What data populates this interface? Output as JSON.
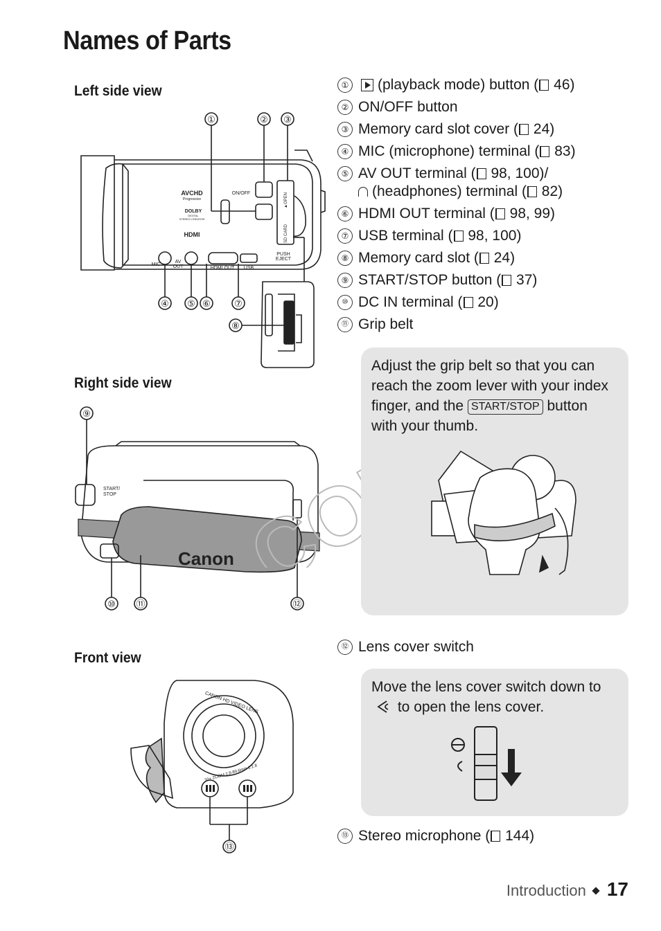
{
  "title": "Names of Parts",
  "sections": {
    "left_side": "Left side view",
    "right_side": "Right side view",
    "front": "Front view"
  },
  "callouts": {
    "c1": "①",
    "c2": "②",
    "c3": "③",
    "c4": "④",
    "c5": "⑤",
    "c6": "⑥",
    "c7": "⑦",
    "c8": "⑧",
    "c9": "⑨",
    "c10": "⑩",
    "c11": "⑪",
    "c12": "⑫",
    "c13": "⑬"
  },
  "camera_labels": {
    "avchd": "AVCHD",
    "progressive": "Progressive",
    "dolby": "DOLBY",
    "digital": "DIGITAL",
    "stereo_creator": "STEREO CREATOR",
    "hdmi_logo": "HDMI",
    "on_off": "ON/OFF",
    "sd_card": "SD CARD",
    "open": "▲OPEN",
    "push": "PUSH",
    "eject": "EJECT",
    "mic": "MIC",
    "av": "AV",
    "out": "OUT",
    "hdmi_out": "HDMI OUT",
    "usb": "USB",
    "start": "START/",
    "stop": "STOP",
    "canon": "Canon",
    "lens_ring_top": "CANON HD VIDEO LENS",
    "lens_ring_bottom": "32× ZOOM 2.8-89.6mm 1:1.8"
  },
  "parts_top": [
    {
      "num": "①",
      "pre": "",
      "text": "(playback mode) button (",
      "ref": "46)"
    },
    {
      "num": "②",
      "text": "ON/OFF button",
      "ref": ""
    },
    {
      "num": "③",
      "text": "Memory card slot cover (",
      "ref": "24)"
    },
    {
      "num": "④",
      "text": "MIC (microphone) terminal (",
      "ref": "83)"
    },
    {
      "num": "⑤",
      "text": "AV OUT terminal (",
      "ref": "98, 100)/"
    },
    {
      "num": "⑥",
      "text": "HDMI OUT terminal (",
      "ref": "98, 99)"
    },
    {
      "num": "⑦",
      "text": "USB terminal (",
      "ref": "98, 100)"
    },
    {
      "num": "⑧",
      "text": "Memory card slot (",
      "ref": "24)"
    },
    {
      "num": "⑨",
      "text": "START/STOP button (",
      "ref": "37)"
    },
    {
      "num": "⑩",
      "text": "DC IN terminal (",
      "ref": "20)"
    },
    {
      "num": "⑪",
      "text": "Grip belt",
      "ref": ""
    }
  ],
  "part5_line2": {
    "text": "(headphones) terminal (",
    "ref": "82)"
  },
  "grip_note": {
    "part1": "Adjust the grip belt so that you can reach the zoom lever with your index finger, and the",
    "key": "START/STOP",
    "part2": "button with your thumb."
  },
  "part12": {
    "num": "⑫",
    "text": "Lens cover switch"
  },
  "lens_note": {
    "part1": "Move the lens cover switch down to",
    "part2": "to open the lens cover."
  },
  "part13": {
    "num": "⑬",
    "text": "Stereo microphone (",
    "ref": "144)"
  },
  "watermark": "COPY",
  "footer": {
    "label": "Introduction",
    "page": "17"
  }
}
